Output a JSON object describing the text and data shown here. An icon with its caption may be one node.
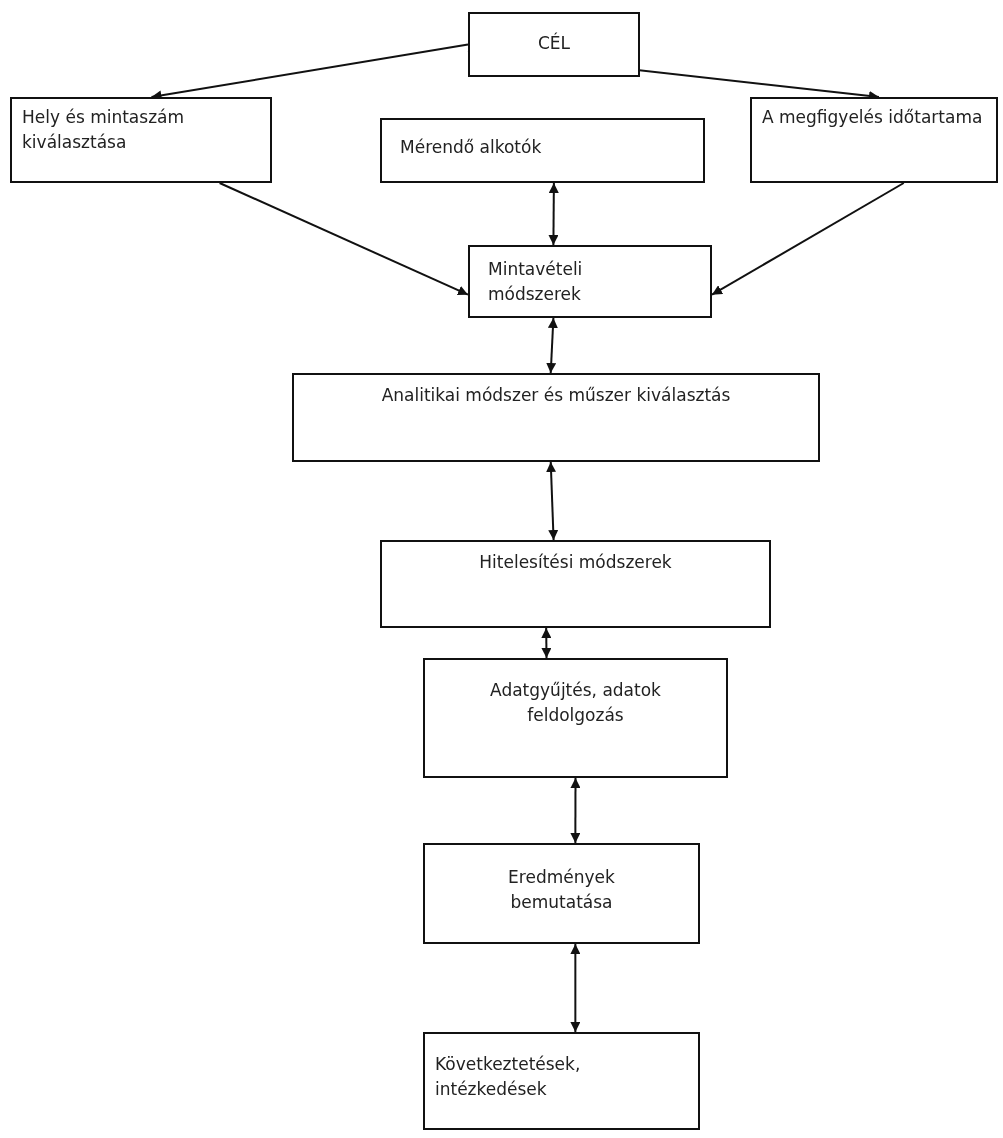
{
  "diagram": {
    "nodes": [
      {
        "text": [
          "CÉL"
        ]
      },
      {
        "text": [
          "Hely és mintaszám kiválasztása"
        ]
      },
      {
        "text": [
          "Mérendő alkotók"
        ]
      },
      {
        "text": [
          "A megfigyelés időtartama"
        ]
      },
      {
        "text": [
          "Mintavételi módszerek"
        ]
      },
      {
        "text": [
          "Analitikai módszer és műszer kiválasztás"
        ]
      },
      {
        "text": [
          "Hitelesítési módszerek"
        ]
      },
      {
        "text": [
          "Adatgyűjtés, adatok feldolgozás"
        ]
      },
      {
        "text": [
          "Eredmények bemutatása"
        ]
      },
      {
        "text": [
          "Következtetések, intézkedések"
        ]
      }
    ],
    "edges": [
      {
        "from": 0,
        "to": 1,
        "arrow": "to"
      },
      {
        "from": 0,
        "to": 3,
        "arrow": "to"
      },
      {
        "from": 2,
        "to": 4,
        "arrow": "both"
      },
      {
        "from": 1,
        "to": 4,
        "arrow": "to"
      },
      {
        "from": 3,
        "to": 4,
        "arrow": "to"
      },
      {
        "from": 4,
        "to": 5,
        "arrow": "both"
      },
      {
        "from": 5,
        "to": 6,
        "arrow": "both"
      },
      {
        "from": 6,
        "to": 7,
        "arrow": "both"
      },
      {
        "from": 7,
        "to": 8,
        "arrow": "both"
      },
      {
        "from": 8,
        "to": 9,
        "arrow": "both"
      }
    ]
  }
}
